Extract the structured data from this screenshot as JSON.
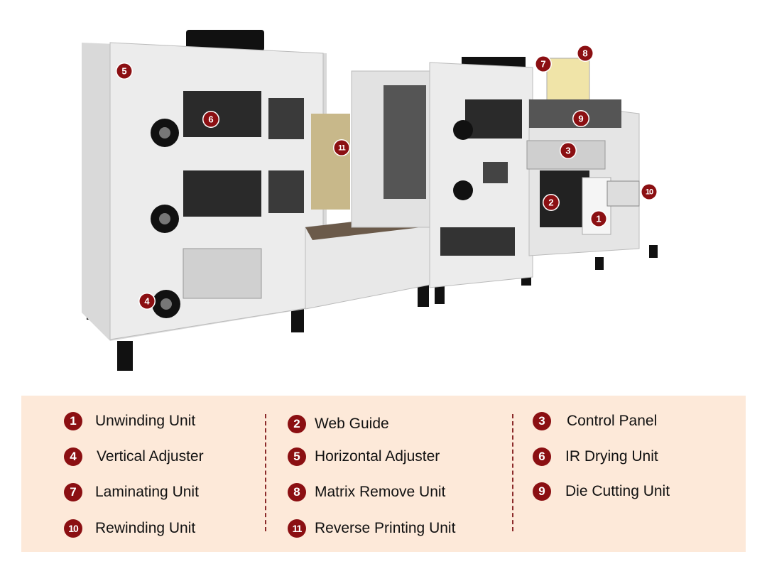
{
  "markers": [
    "1",
    "2",
    "3",
    "4",
    "5",
    "6",
    "7",
    "8",
    "9",
    "10",
    "11"
  ],
  "legend": [
    {
      "num": "1",
      "label": "Unwinding Unit"
    },
    {
      "num": "2",
      "label": "Web Guide"
    },
    {
      "num": "3",
      "label": "Control Panel"
    },
    {
      "num": "4",
      "label": "Vertical Adjuster"
    },
    {
      "num": "5",
      "label": "Horizontal Adjuster"
    },
    {
      "num": "6",
      "label": "IR Drying Unit"
    },
    {
      "num": "7",
      "label": "Laminating Unit"
    },
    {
      "num": "8",
      "label": "Matrix Remove Unit"
    },
    {
      "num": "9",
      "label": "Die Cutting Unit"
    },
    {
      "num": "10",
      "label": "Rewinding Unit"
    },
    {
      "num": "11",
      "label": "Reverse Printing Unit"
    }
  ],
  "colors": {
    "marker": "#8b0f12",
    "legend_bg": "#fde9d9",
    "machine": "#e6e6e6"
  }
}
